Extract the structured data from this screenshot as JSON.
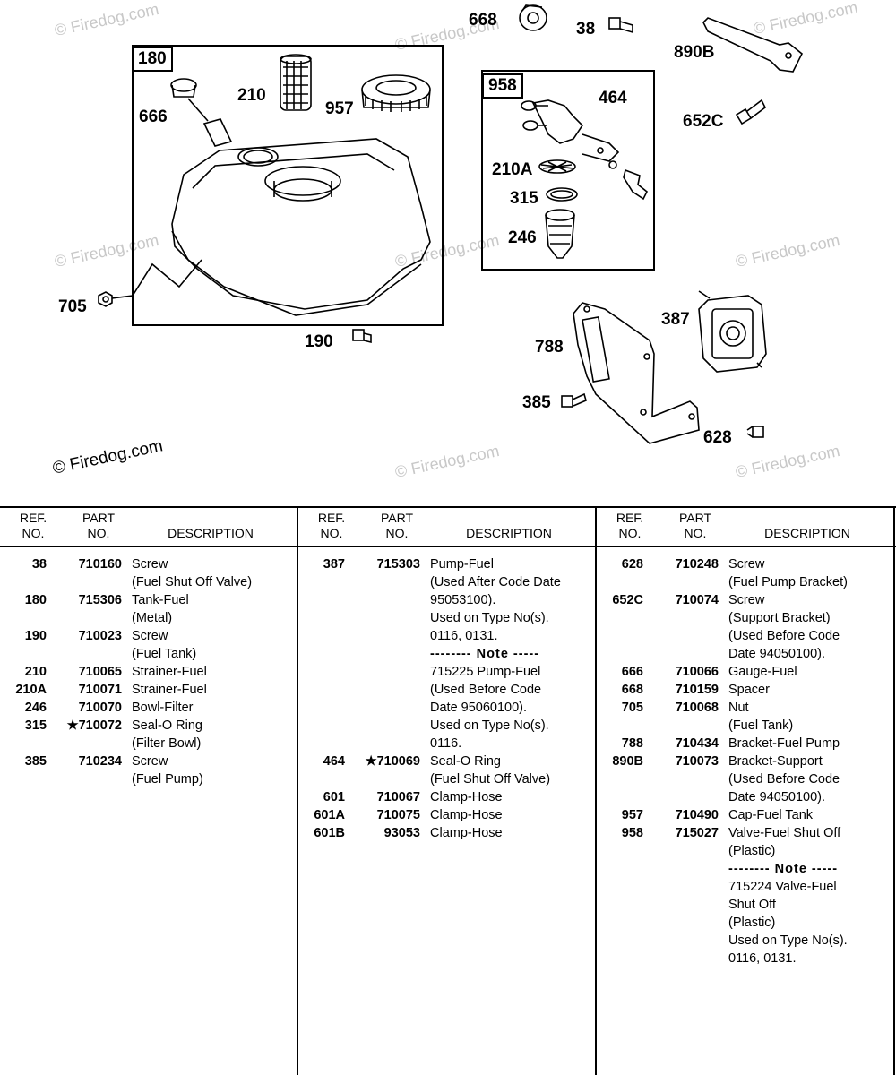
{
  "diagram": {
    "copyright": "© Firedog.com",
    "watermark": "© Firedog.com",
    "box_labels": [
      "180",
      "958"
    ],
    "labels": [
      "668",
      "38",
      "890B",
      "652C",
      "210",
      "957",
      "666",
      "464",
      "210A",
      "315",
      "246",
      "705",
      "190",
      "387",
      "788",
      "385",
      "628"
    ]
  },
  "table": {
    "headers": {
      "ref": "REF.\nNO.",
      "part": "PART\nNO.",
      "desc": "DESCRIPTION"
    },
    "columns": [
      [
        {
          "ref": "38",
          "part": "710160",
          "desc": [
            "Screw",
            "(Fuel Shut Off Valve)"
          ]
        },
        {
          "ref": "180",
          "part": "715306",
          "desc": [
            "Tank-Fuel",
            "(Metal)"
          ]
        },
        {
          "ref": "190",
          "part": "710023",
          "desc": [
            "Screw",
            "(Fuel Tank)"
          ]
        },
        {
          "ref": "210",
          "part": "710065",
          "desc": [
            "Strainer-Fuel"
          ]
        },
        {
          "ref": "210A",
          "part": "710071",
          "desc": [
            "Strainer-Fuel"
          ]
        },
        {
          "ref": "246",
          "part": "710070",
          "desc": [
            "Bowl-Filter"
          ]
        },
        {
          "ref": "315",
          "part": "★710072",
          "desc": [
            "Seal-O Ring",
            "(Filter Bowl)"
          ]
        },
        {
          "ref": "385",
          "part": "710234",
          "desc": [
            "Screw",
            "(Fuel Pump)"
          ]
        }
      ],
      [
        {
          "ref": "387",
          "part": "715303",
          "desc": [
            "Pump-Fuel",
            "(Used After Code Date",
            "95053100).",
            "Used on Type No(s).",
            "0116, 0131.",
            "-------- Note -----",
            "715225 Pump-Fuel",
            "(Used Before Code",
            "Date 95060100).",
            "Used on Type No(s).",
            "0116."
          ]
        },
        {
          "ref": "464",
          "part": "★710069",
          "desc": [
            "Seal-O Ring",
            "(Fuel Shut Off Valve)"
          ]
        },
        {
          "ref": "601",
          "part": "710067",
          "desc": [
            "Clamp-Hose"
          ]
        },
        {
          "ref": "601A",
          "part": "710075",
          "desc": [
            "Clamp-Hose"
          ]
        },
        {
          "ref": "601B",
          "part": "93053",
          "desc": [
            "Clamp-Hose"
          ]
        }
      ],
      [
        {
          "ref": "628",
          "part": "710248",
          "desc": [
            "Screw",
            "(Fuel Pump Bracket)"
          ]
        },
        {
          "ref": "652C",
          "part": "710074",
          "desc": [
            "Screw",
            "(Support Bracket)",
            "(Used Before Code",
            "Date 94050100)."
          ]
        },
        {
          "ref": "666",
          "part": "710066",
          "desc": [
            "Gauge-Fuel"
          ]
        },
        {
          "ref": "668",
          "part": "710159",
          "desc": [
            "Spacer"
          ]
        },
        {
          "ref": "705",
          "part": "710068",
          "desc": [
            "Nut",
            "(Fuel Tank)"
          ]
        },
        {
          "ref": "788",
          "part": "710434",
          "desc": [
            "Bracket-Fuel Pump"
          ]
        },
        {
          "ref": "890B",
          "part": "710073",
          "desc": [
            "Bracket-Support",
            "(Used Before Code",
            "Date 94050100)."
          ]
        },
        {
          "ref": "957",
          "part": "710490",
          "desc": [
            "Cap-Fuel Tank"
          ]
        },
        {
          "ref": "958",
          "part": "715027",
          "desc": [
            "Valve-Fuel Shut Off",
            "(Plastic)",
            "-------- Note -----",
            "715224 Valve-Fuel",
            "Shut Off",
            "(Plastic)",
            "Used on Type No(s).",
            "0116, 0131."
          ]
        }
      ]
    ]
  }
}
